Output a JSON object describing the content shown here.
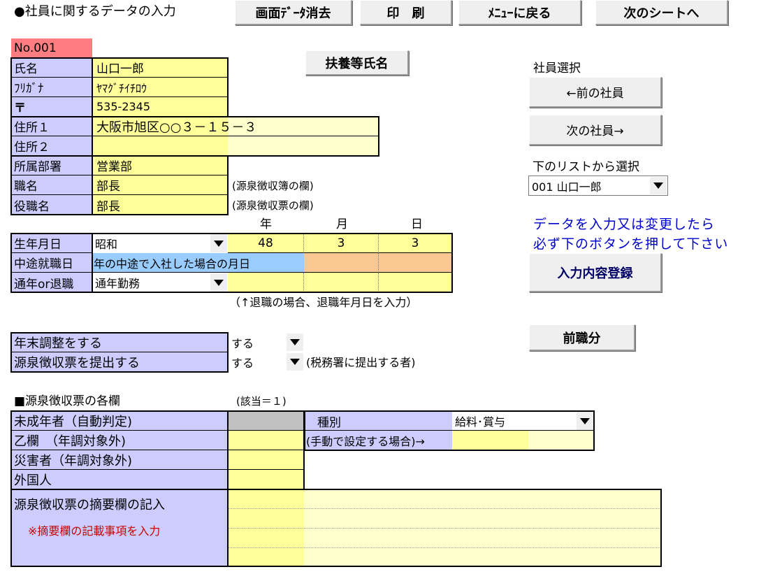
{
  "header": {
    "title": "●社員に関するデータの入力",
    "buttons": {
      "clear": "画面ﾃﾞｰﾀ消去",
      "print": "印　刷",
      "menu": "ﾒﾆｭｰに戻る",
      "next_sheet": "次のシートへ"
    }
  },
  "employee": {
    "no": "No.001",
    "labels": {
      "name": "氏名",
      "kana": "ﾌﾘｶﾞﾅ",
      "postal": "〒",
      "address1": "住所１",
      "address2": "住所２",
      "department": "所属部署",
      "position": "職名",
      "title": "役職名"
    },
    "values": {
      "name": "山口一郎",
      "kana": "ﾔﾏｸﾞﾁｲﾁﾛｳ",
      "postal": "535-2345",
      "address1": "大阪市旭区○○３－１５－３",
      "address2": "",
      "department": "営業部",
      "position": "部長",
      "title": "部長"
    },
    "notes": {
      "position": "(源泉徴収簿の欄)",
      "title": "(源泉徴収票の欄)"
    },
    "dependents_button": "扶養等氏名"
  },
  "selector": {
    "label": "社員選択",
    "prev_button": "←前の社員",
    "next_button": "次の社員→",
    "list_label": "下のリストから選択",
    "list_value": "001 山口一郎"
  },
  "register": {
    "note_line1": "データを入力又は変更したら",
    "note_line2": "必ず下のボタンを押して下さい",
    "button": "入力内容登録",
    "prev_job_button": "前職分"
  },
  "dates": {
    "headers": {
      "year": "年",
      "month": "月",
      "day": "日"
    },
    "birth": {
      "label": "生年月日",
      "era": "昭和",
      "year": "48",
      "month": "3",
      "day": "3"
    },
    "midyear": {
      "label": "中途就職日",
      "placeholder": "年の中途で入社した場合の月日"
    },
    "retire": {
      "label": "通年or退職",
      "value": "通年勤務"
    },
    "retire_note": "（↑退職の場合、退職年月日を入力）"
  },
  "adjust": {
    "year_end_label": "年末調整をする",
    "year_end_value": "する",
    "submit_label": "源泉徴収票を提出する",
    "submit_value": "する",
    "submit_note": "(税務署に提出する者)"
  },
  "slip": {
    "heading": "■源泉徴収票の各欄",
    "applicable": "(該当＝１)",
    "minor": "未成年者（自動判定)",
    "otsu": "乙欄　（年調対象外)",
    "disaster": "災害者（年調対象外)",
    "foreigner": "外国人",
    "summary": "源泉徴収票の摘要欄の記入",
    "summary_note": "※摘要欄の記載事項を入力",
    "type_label": "種別",
    "type_value": "給料･賞与",
    "manual_note": "(手動で設定する場合)→"
  },
  "colors": {
    "label_bg": "#ccccff",
    "input_bg": "#ffff99",
    "no_bg": "#ff7c80",
    "midyear_bg": "#99ccff",
    "orange_bg": "#fbc894",
    "note_blue": "#0000cc",
    "note_red": "#cc0000"
  }
}
